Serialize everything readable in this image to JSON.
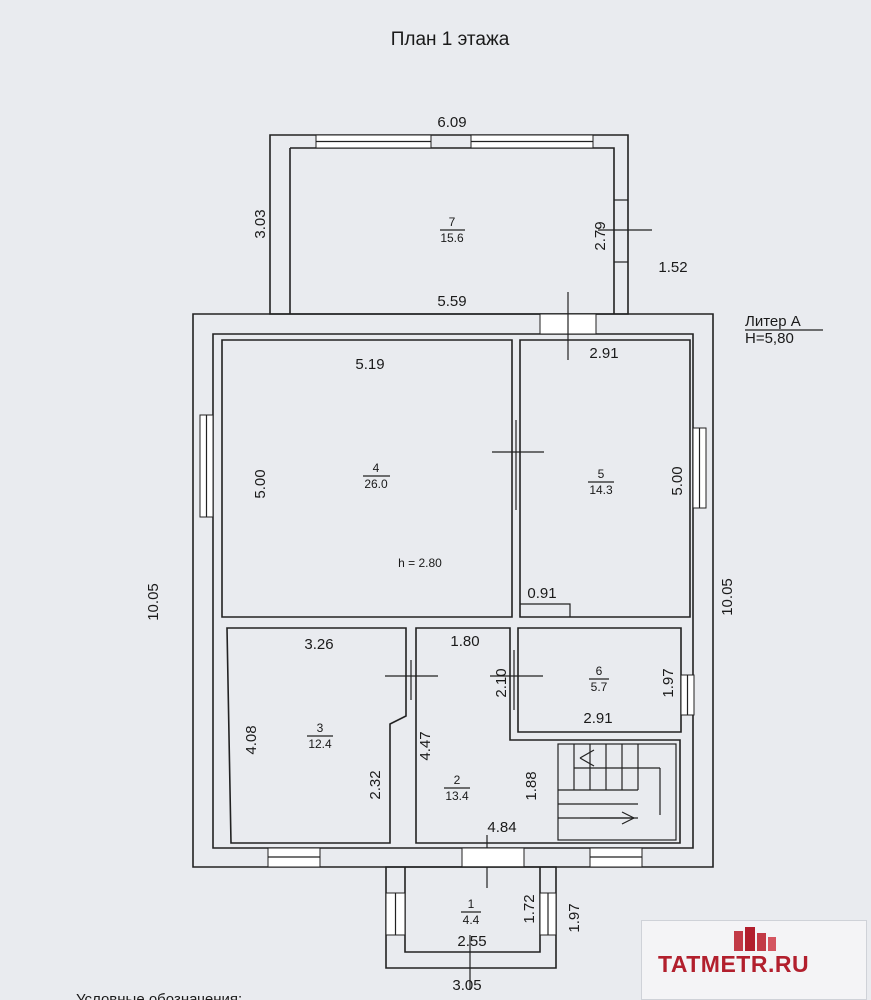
{
  "title": "План 1 этажа",
  "liter": {
    "name": "Литер А",
    "height": "Н=5,80"
  },
  "ceiling_height": "h = 2.80",
  "rooms": [
    {
      "num": "7",
      "area": "15.6"
    },
    {
      "num": "4",
      "area": "26.0"
    },
    {
      "num": "5",
      "area": "14.3"
    },
    {
      "num": "6",
      "area": "5.7"
    },
    {
      "num": "3",
      "area": "12.4"
    },
    {
      "num": "2",
      "area": "13.4"
    },
    {
      "num": "1",
      "area": "4.4"
    }
  ],
  "dimensions": {
    "top_width": "6.09",
    "top_left": "3.03",
    "top_right_inner": "2.79",
    "top_right_outer": "1.52",
    "room7_bottom": "5.59",
    "room4_top": "5.19",
    "room5_top": "2.91",
    "room4_left": "5.00",
    "room5_right": "5.00",
    "left_total": "10.05",
    "right_total": "10.05",
    "door_offset": "0.91",
    "room3_top": "3.26",
    "room2_top": "1.80",
    "room6_left": "2.10",
    "room6_right": "1.97",
    "room6_bottom": "2.91",
    "room3_left": "4.08",
    "room3_right": "2.32",
    "room2_left": "4.47",
    "stairs": "1.88",
    "room2_bottom": "4.84",
    "room1_right": "1.72",
    "room1_outer": "1.97",
    "room1_bottom": "2.55",
    "porch_bottom": "3.05"
  },
  "legend_title": "Условные обозначения:",
  "logo_text": "TATMETR.RU"
}
